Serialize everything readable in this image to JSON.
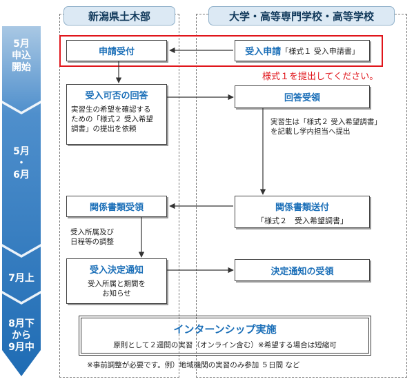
{
  "columns": {
    "left_header": "新潟県土木部",
    "right_header": "大学・高等専門学校・高等学校"
  },
  "timeline": {
    "stage1": [
      "5月",
      "申込",
      "開始"
    ],
    "stage2": [
      "5月",
      "・",
      "6月"
    ],
    "stage3": [
      "7月上"
    ],
    "stage4": [
      "8月下",
      "から",
      "9月中"
    ]
  },
  "steps": {
    "application_receipt": "申請受付",
    "application_request": "受入申請",
    "application_request_form": "「様式１ 受入申請書」",
    "submit_notice": "様式１を提出してください。",
    "acceptance_reply": "受入可否の回答",
    "acceptance_reply_detail": [
      "実習生の希望を確認する",
      "ための「様式２ 受入希望",
      "調書」の提出を依頼"
    ],
    "reply_receipt": "回答受領",
    "reply_receipt_note": [
      "実習生は「様式２ 受入希望調書」",
      "を記載し学内担当へ提出"
    ],
    "documents_receipt": "関係書類受領",
    "documents_send": "関係書類送付",
    "documents_send_form": "「様式２　受入希望調書」",
    "adjust_note": [
      "受入所属及び",
      "日程等の調整"
    ],
    "decision_notice": "受入決定通知",
    "decision_notice_detail": [
      "受入所属と期間を",
      "お知らせ"
    ],
    "decision_receipt": "決定通知の受領",
    "internship_title": "インターンシップ実施",
    "internship_detail": "原則として２週間の実習（オンライン含む）※希望する場合は短縮可",
    "footnote": "※事前調整が必要です。例）地域機関の実習のみ参加 ５日間 など"
  },
  "colors": {
    "band": "#2f7fc1",
    "accent_text": "#1b6fb8",
    "alert": "#e0151b",
    "header_fill": "#dce9f4"
  }
}
